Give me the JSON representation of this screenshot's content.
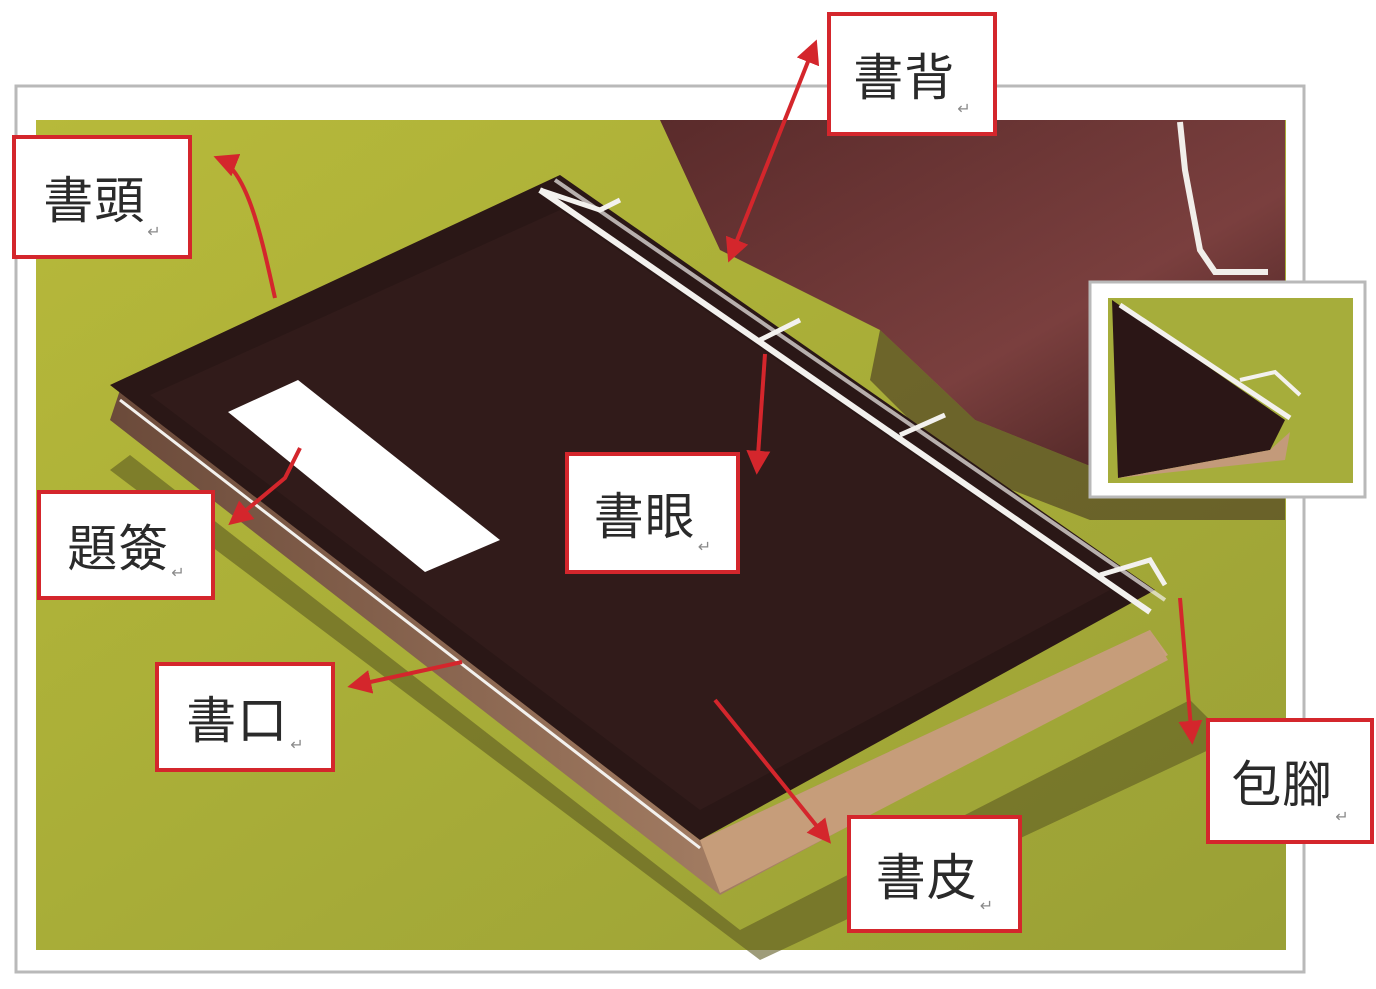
{
  "labels": {
    "shu_bei": "書背",
    "shu_tou": "書頭",
    "shu_yan": "書眼",
    "ti_qian": "題簽",
    "shu_kou": "書口",
    "bao_jiao": "包腳",
    "shu_pi": "書皮"
  },
  "colors": {
    "background": "#a9ae3a",
    "cover": "#2a1716",
    "thread": "#f3f1ee",
    "annotation": "#d4262c"
  }
}
